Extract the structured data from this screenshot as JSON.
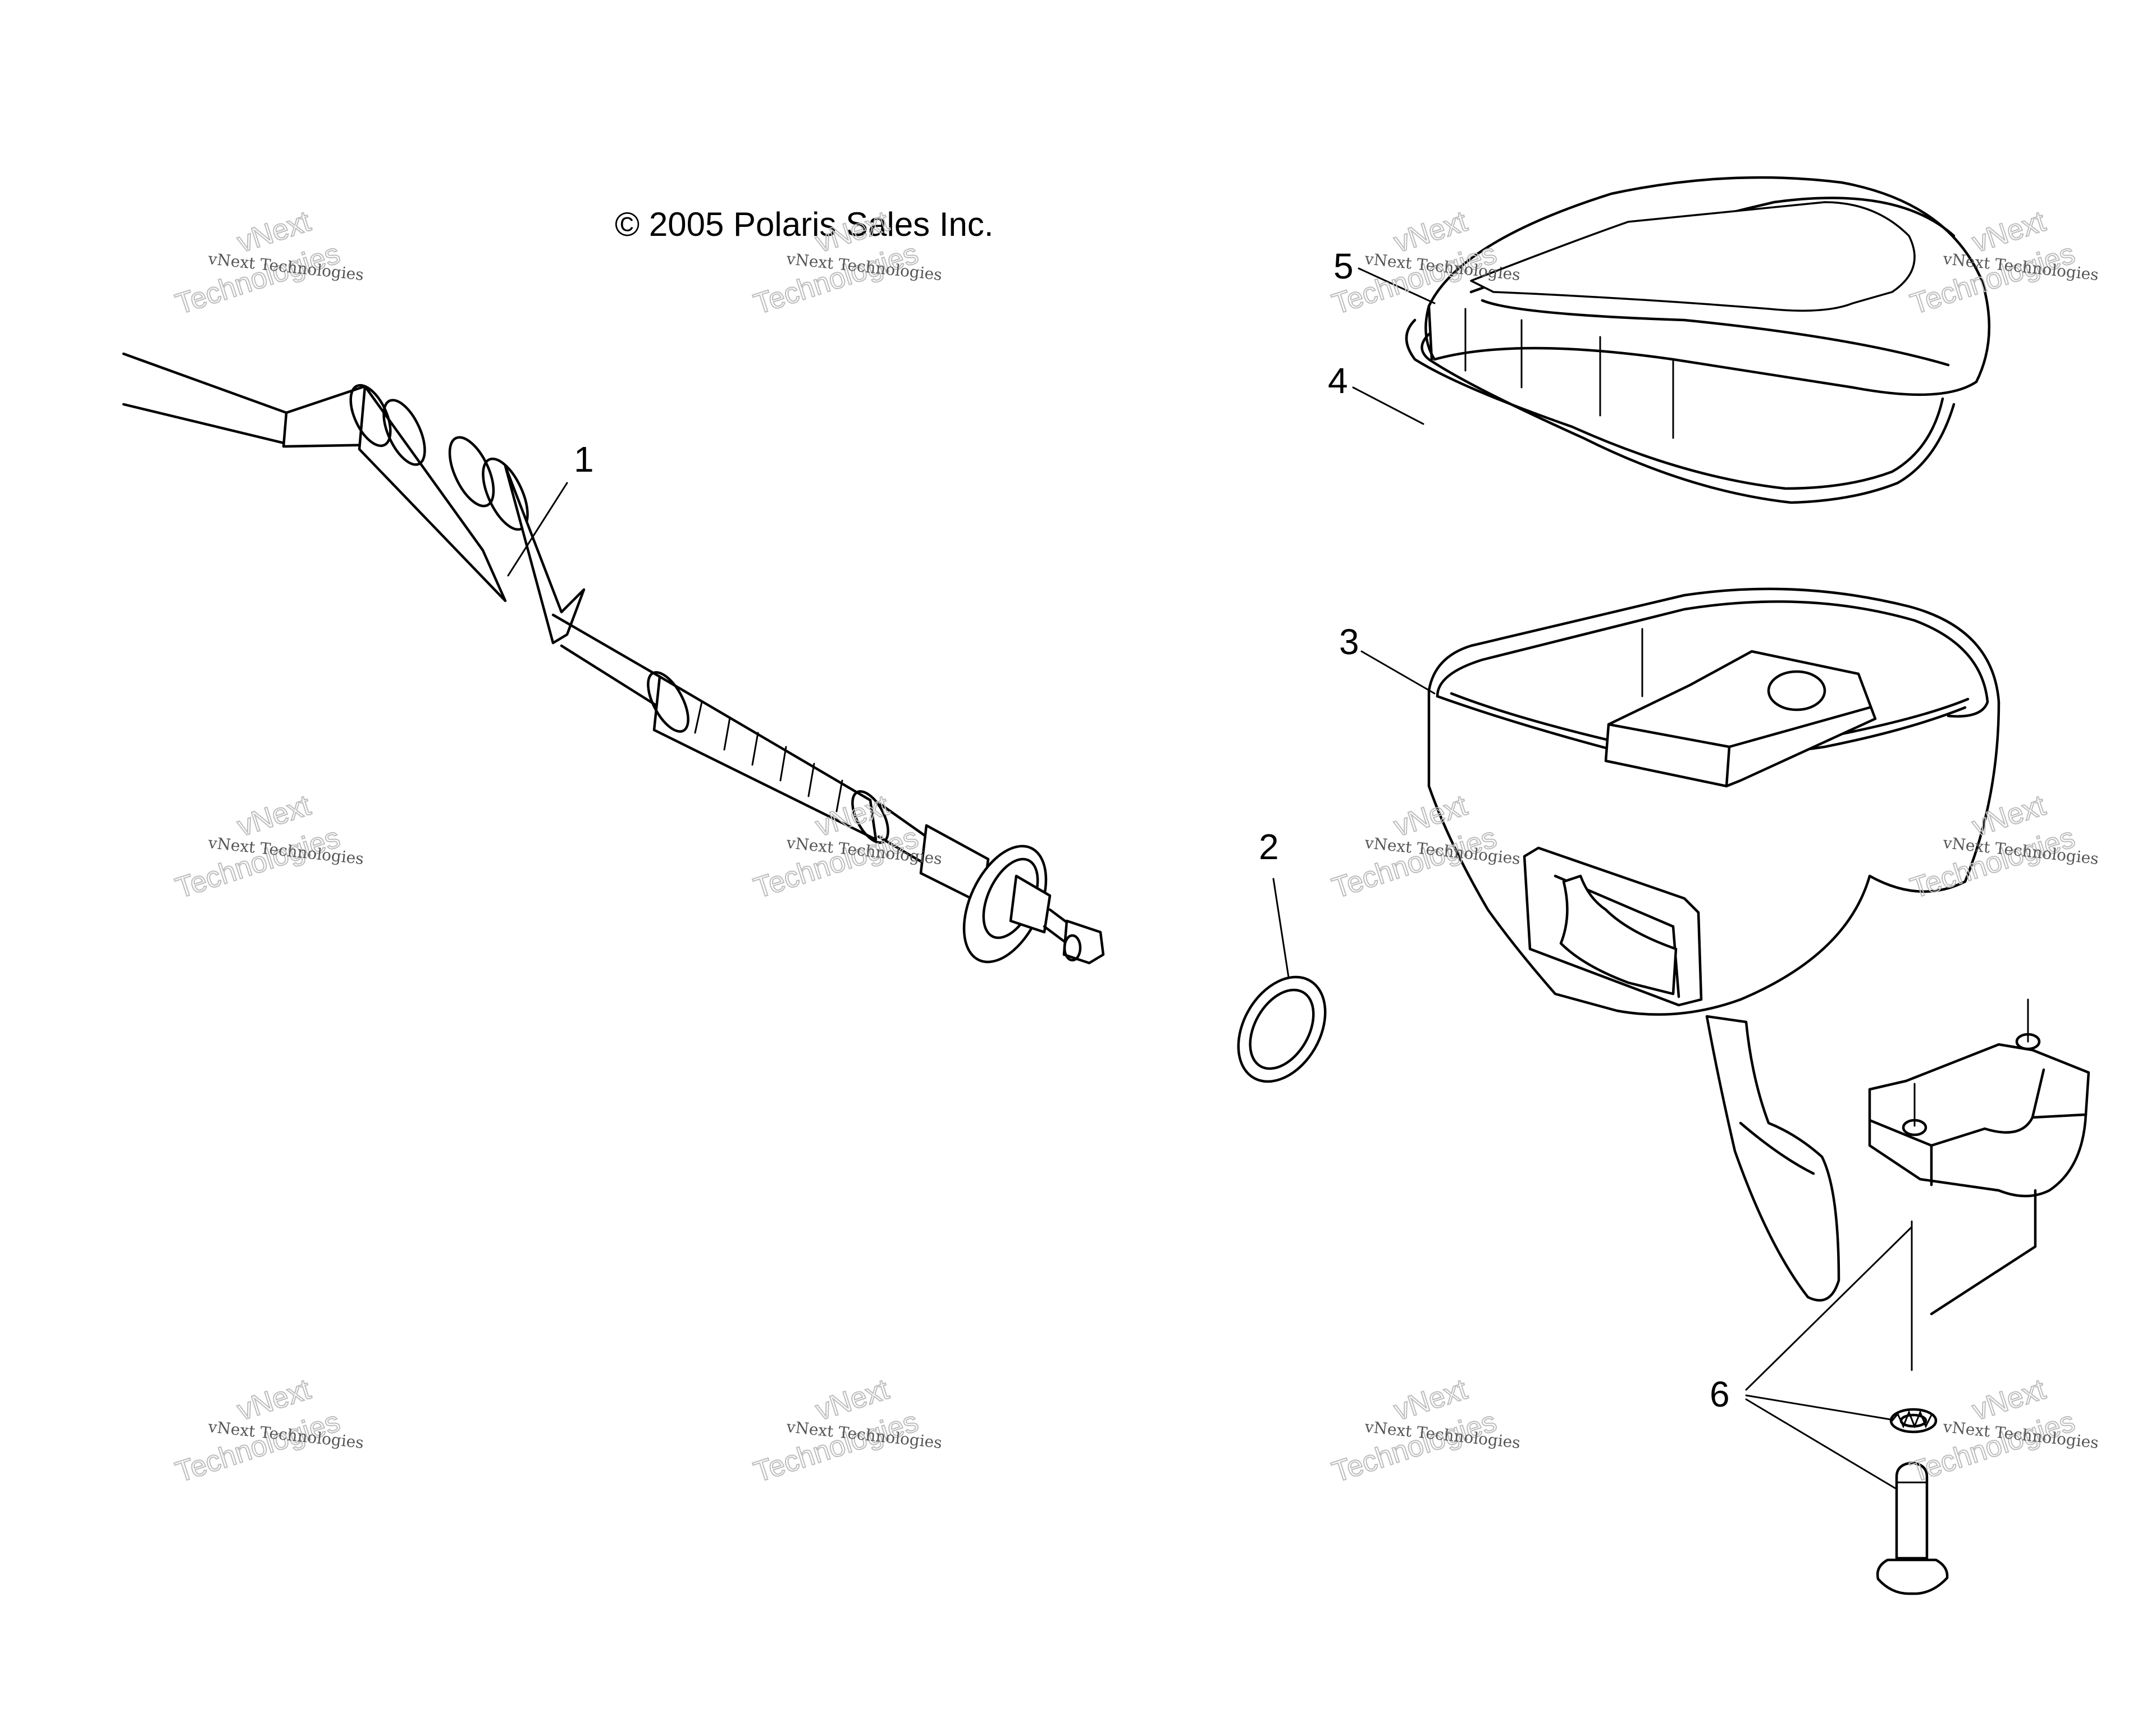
{
  "copyright": "© 2005 Polaris Sales Inc.",
  "callouts": [
    "1",
    "2",
    "3",
    "4",
    "5",
    "6"
  ],
  "watermark": {
    "small": "vNext Technologies",
    "big_line1": "vNext",
    "big_line2": "Technologies"
  },
  "parts": [
    "throttle-cable",
    "o-ring",
    "throttle-housing",
    "gasket",
    "housing-cover",
    "clamp-screw-washer"
  ]
}
